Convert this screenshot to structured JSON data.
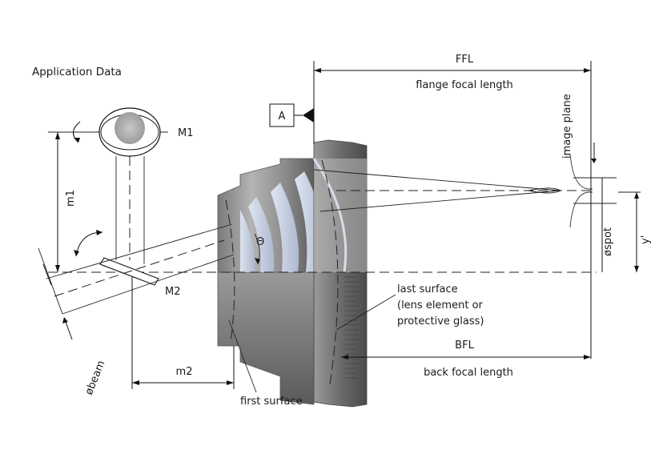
{
  "title": "Application Data",
  "labels": {
    "ffl": "FFL",
    "ffl_long": "flange focal length",
    "bfl": "BFL",
    "bfl_long": "back focal length",
    "image_plane": "image plane",
    "datum": "A",
    "m1": "m1",
    "M1": "M1",
    "m2": "m2",
    "M2": "M2",
    "theta": "Θ",
    "y_prime": "y'",
    "spot": "øspot",
    "beam": "øbeam",
    "first_surface": "first surface",
    "last_surface_1": "last surface",
    "last_surface_2": "(lens element or",
    "last_surface_3": "protective glass)"
  }
}
